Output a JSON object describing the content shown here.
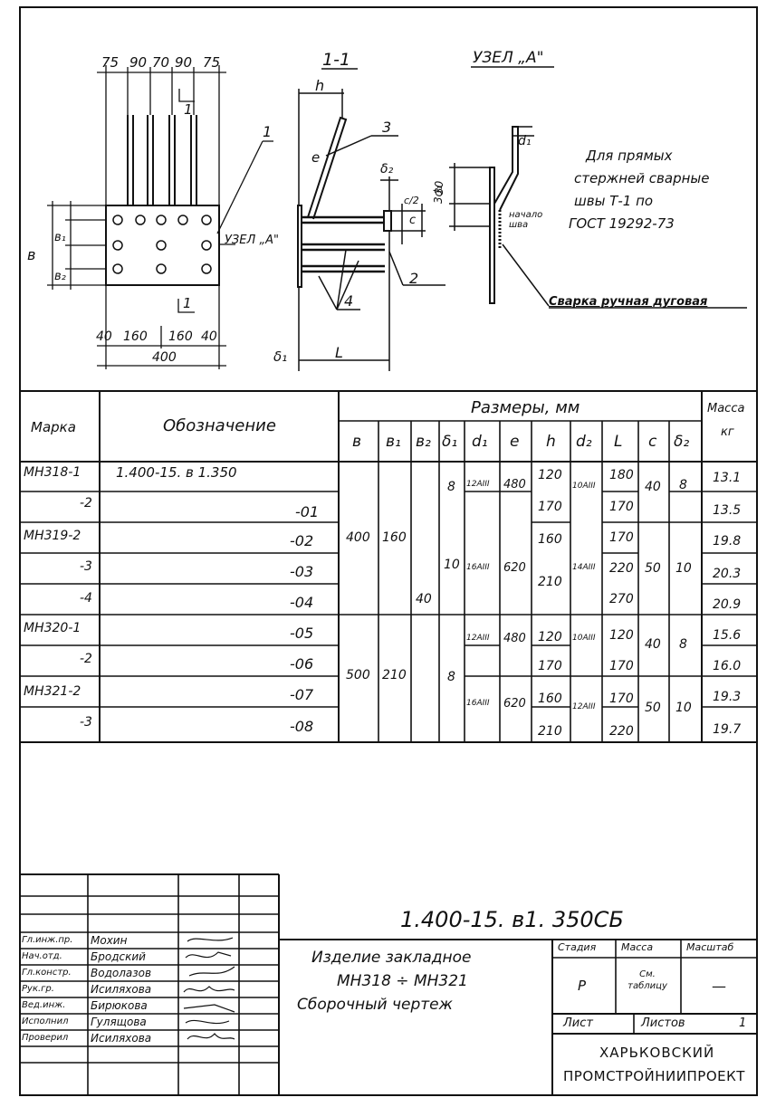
{
  "drawing": {
    "section_label": "1-1",
    "node_label": "УЗЕЛ „А\"",
    "dims_top": [
      "75",
      "90",
      "70",
      "90",
      "75"
    ],
    "dims_bottom_parts": [
      "40",
      "160",
      "160",
      "40"
    ],
    "dims_total": "400",
    "node_ref": "УЗЕЛ „А\"",
    "side_dim_b": "в",
    "side_dim_b1": "в₁",
    "side_dim_b2": "в₂",
    "cut_mark": "1",
    "pos1": "1",
    "pos2": "2",
    "pos3": "3",
    "pos4": "4",
    "lbl_h": "h",
    "lbl_e": "e",
    "lbl_L": "L",
    "lbl_c": "c",
    "lbl_c2": "c/2",
    "lbl_delta1": "δ₁",
    "lbl_delta2": "δ₂",
    "lbl_d1": "d₁",
    "lbl_3d": "3d₁",
    "lbl_30": "30",
    "lbl_weld_start": "начало шва",
    "note_lines": [
      "Для прямых",
      "стержней сварные",
      "швы Т-1 по",
      "ГОСТ 19292-73"
    ],
    "weld_note": "Сварка ручная дуговая"
  },
  "table": {
    "h_marka": "Марка",
    "h_oboz": "Обозначение",
    "h_razm": "Размеры, мм",
    "h_massa": "Масса",
    "h_kg": "кг",
    "sub": [
      "в",
      "в₁",
      "в₂",
      "δ₁",
      "d₁",
      "e",
      "h",
      "d₂",
      "L",
      "c",
      "δ₂"
    ],
    "rows": [
      {
        "marka": "МН318-1",
        "oboz": "1.400-15. в 1.350",
        "mass": "13.1"
      },
      {
        "marka": "-2",
        "oboz": "-01",
        "mass": "13.5"
      },
      {
        "marka": "МН319-2",
        "oboz": "-02",
        "mass": "19.8"
      },
      {
        "marka": "-3",
        "oboz": "-03",
        "mass": "20.3"
      },
      {
        "marka": "-4",
        "oboz": "-04",
        "mass": "20.9"
      },
      {
        "marka": "МН320-1",
        "oboz": "-05",
        "mass": "15.6"
      },
      {
        "marka": "-2",
        "oboz": "-06",
        "mass": "16.0"
      },
      {
        "marka": "МН321-2",
        "oboz": "-07",
        "mass": "19.3"
      },
      {
        "marka": "-3",
        "oboz": "-08",
        "mass": "19.7"
      }
    ],
    "v_b": [
      "400",
      "500"
    ],
    "v_b1": [
      "160",
      "210"
    ],
    "v_b2": "40",
    "v_d1": [
      "8",
      "10",
      "8"
    ],
    "v_dd1": [
      "12AIII",
      "16AIII",
      "12AIII",
      "16AIII"
    ],
    "v_e": [
      "480",
      "620",
      "480",
      "620"
    ],
    "v_h": [
      "120",
      "170",
      "160",
      "210",
      "120",
      "170",
      "160",
      "210"
    ],
    "v_d2": [
      "10AIII",
      "14AIII",
      "10AIII",
      "12AIII"
    ],
    "v_L": [
      "180",
      "170",
      "170",
      "220",
      "270",
      "120",
      "170",
      "170",
      "220"
    ],
    "v_c": [
      "40",
      "50",
      "40",
      "50"
    ],
    "v_d2b": [
      "8",
      "10",
      "8",
      "10"
    ]
  },
  "stamp": {
    "code": "1.400-15. в1. 350СБ",
    "title_lines": [
      "Изделие закладное",
      "МН318 ÷ МН321",
      "Сборочный чертеж"
    ],
    "stadia_h": "Стадия",
    "massa_h": "Масса",
    "masshtab_h": "Масштаб",
    "stadia": "Р",
    "massa": "См. таблицу",
    "masshtab": "—",
    "list_h": "Лист",
    "listov_h": "Листов",
    "listov": "1",
    "org_lines": [
      "ХАРЬКОВСКИЙ",
      "ПРОМСТРОЙНИИПРОЕКТ"
    ],
    "people": [
      {
        "role": "Гл.инж.пр.",
        "name": "Мохин"
      },
      {
        "role": "Нач.отд.",
        "name": "Бродский"
      },
      {
        "role": "Гл.констр.",
        "name": "Водолазов"
      },
      {
        "role": "Рук.гр.",
        "name": "Исиляхова"
      },
      {
        "role": "Вед.инж.",
        "name": "Бирюкова"
      },
      {
        "role": "Исполнил",
        "name": "Гулящова"
      },
      {
        "role": "Проверил",
        "name": "Исиляхова"
      }
    ]
  }
}
